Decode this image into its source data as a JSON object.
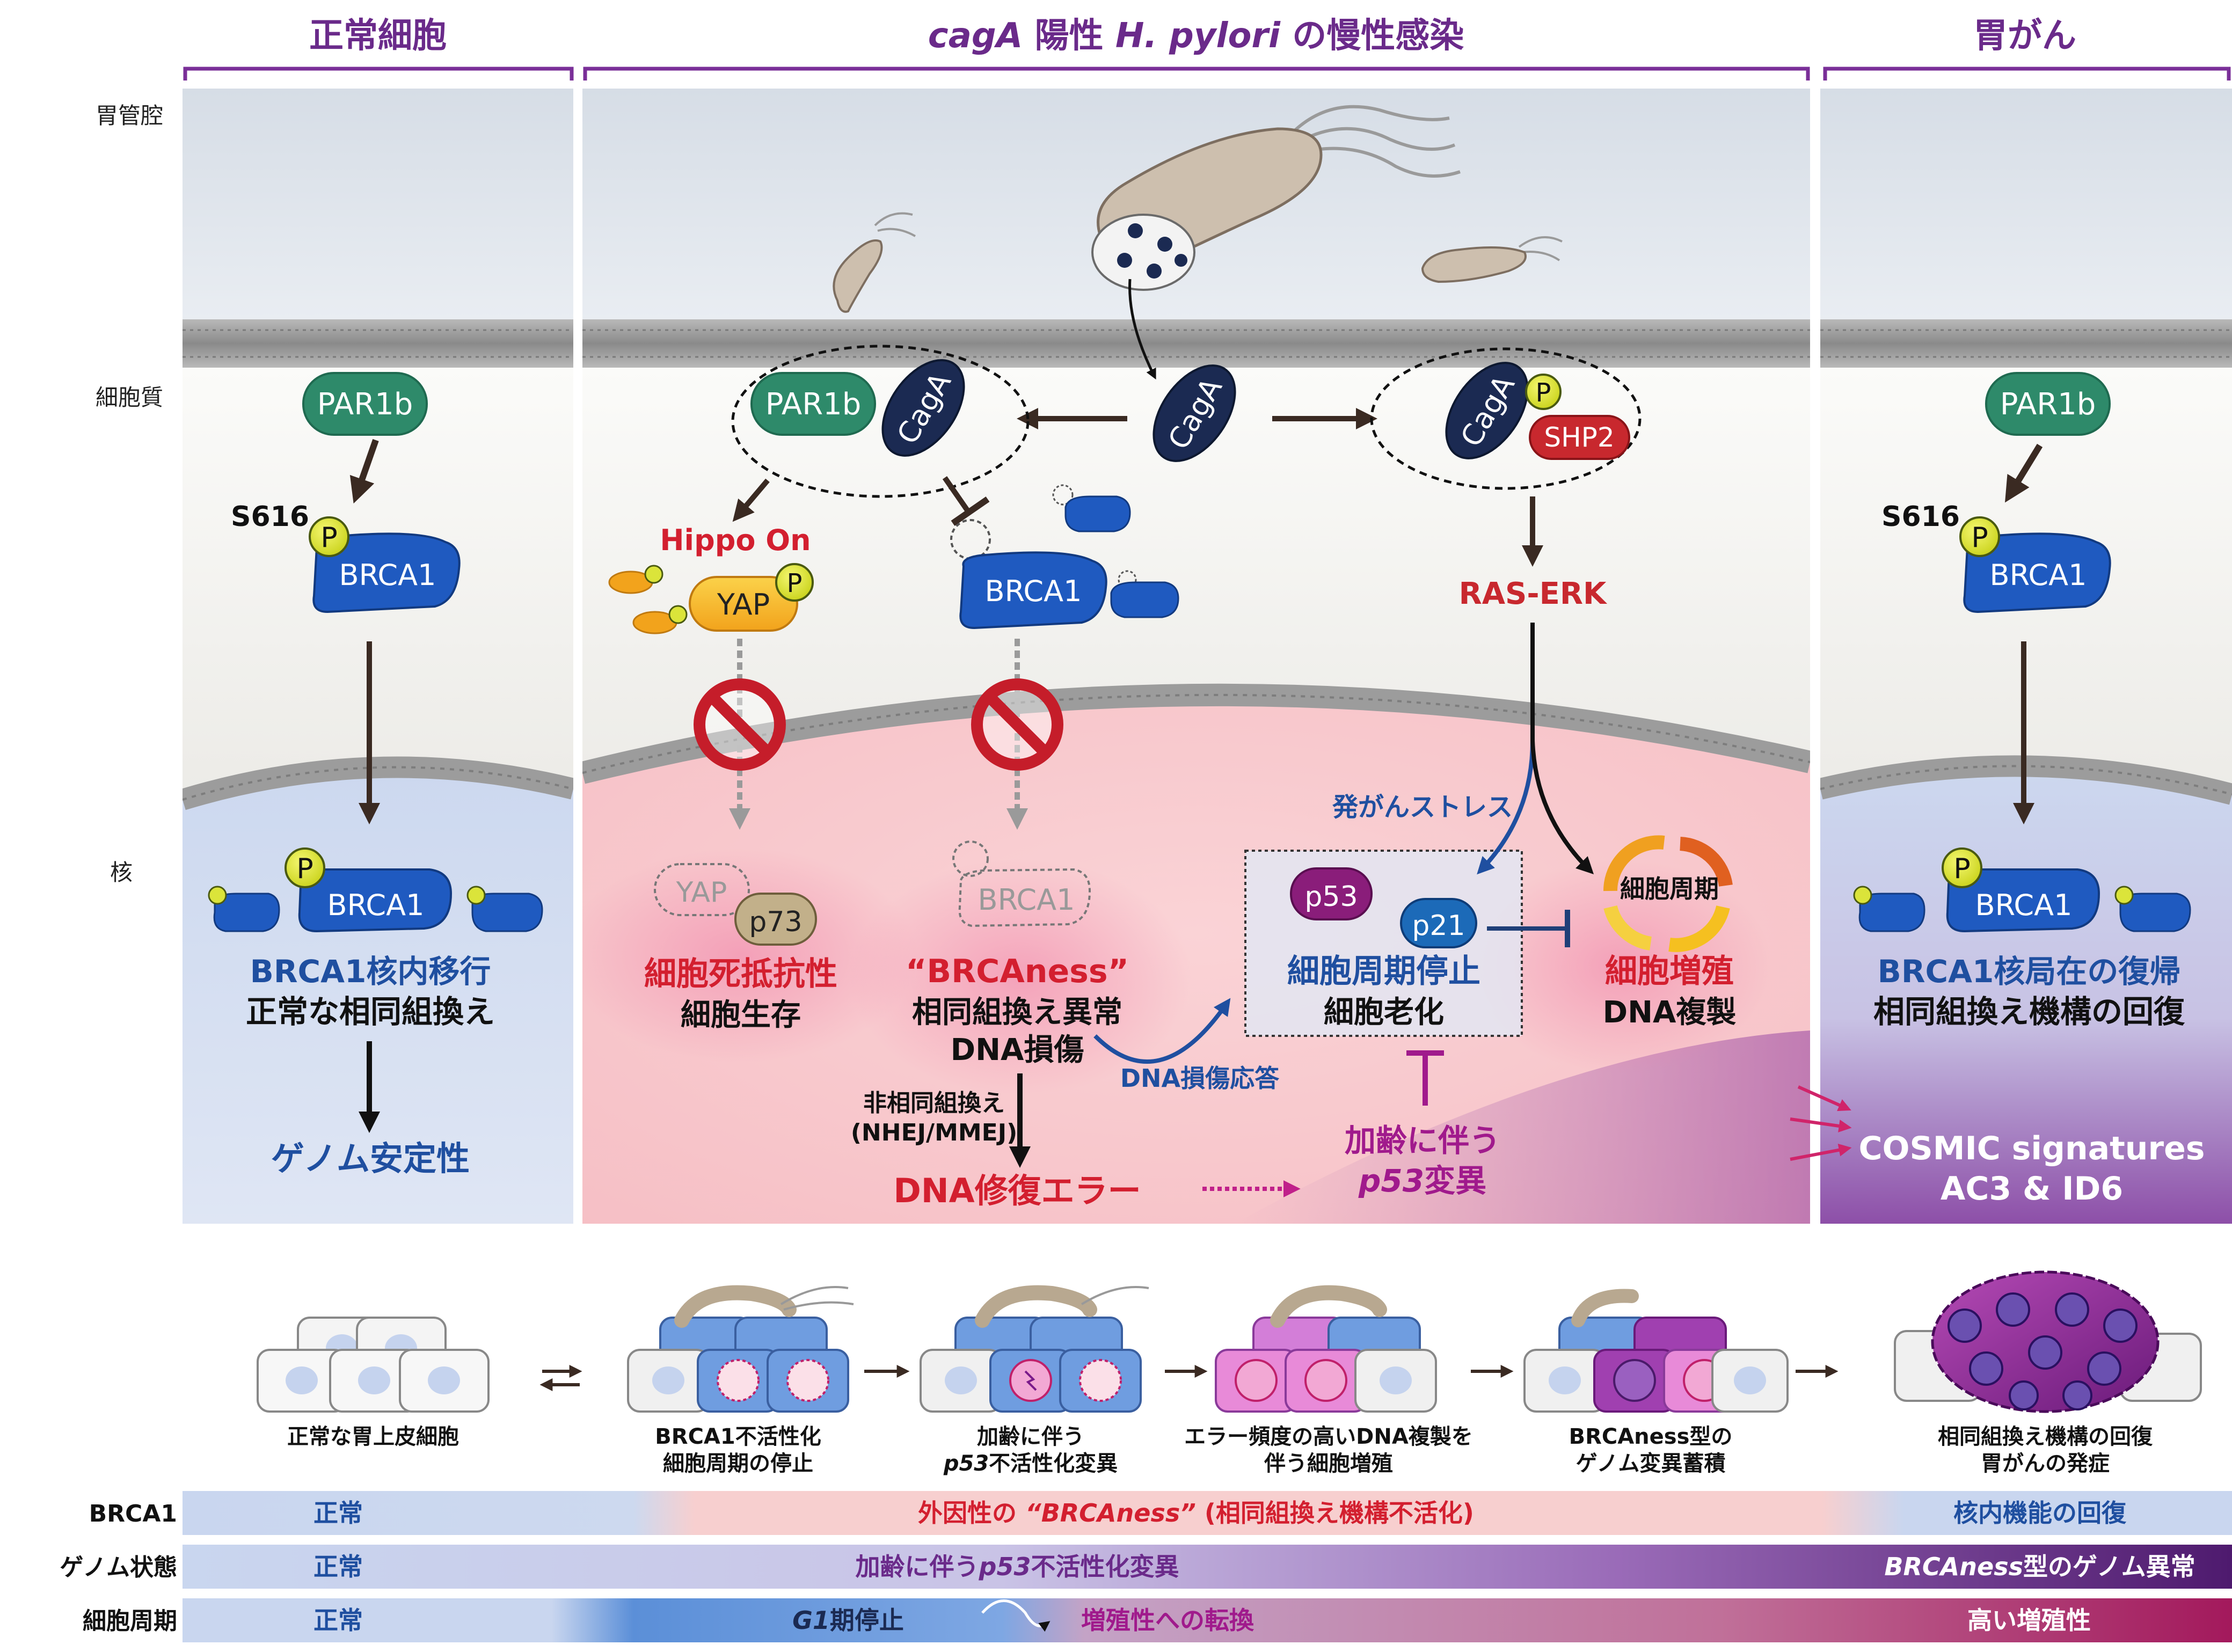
{
  "headers": {
    "normal": "正常細胞",
    "infection_italic": "cagA",
    "infection_mid": " 陽性 ",
    "infection_italic2": "H. pylori",
    "infection_rest": " の慢性感染",
    "cancer": "胃がん"
  },
  "rows": {
    "lumen": "胃管腔",
    "cytoplasm": "細胞質",
    "nucleus": "核"
  },
  "proteins": {
    "par1b": "PAR1b",
    "brca1": "BRCA1",
    "caga": "CagA",
    "shp2": "SHP2",
    "yap": "YAP",
    "p73": "p73",
    "p53": "p53",
    "p21": "p21",
    "p": "P",
    "s616": "S616"
  },
  "left": {
    "line1": "BRCA1核内移行",
    "line2": "正常な相同組換え",
    "genome": "ゲノム安定性"
  },
  "middle": {
    "hippo": "Hippo On",
    "rasErk": "RAS-ERK",
    "deathResist": "細胞死抵抗性",
    "survival": "細胞生存",
    "brcaness": "“BRCAness”",
    "hrAbnormal": "相同組換え異常",
    "dnaDamage": "DNA損傷",
    "nhej1": "非相同組換え",
    "nhej2": "(NHEJ/MMEJ)",
    "repairError": "DNA修復エラー",
    "ddr": "DNA損傷応答",
    "oncStress": "発がんストレス",
    "arrest": "細胞周期停止",
    "senescence": "細胞老化",
    "cellCycle": "細胞周期",
    "proliferation": "細胞増殖",
    "dnaRep": "DNA複製",
    "aging1": "加齢に伴う",
    "aging2": "p53",
    "aging3": "変異"
  },
  "right": {
    "line1": "BRCA1核局在の復帰",
    "line2": "相同組換え機構の回復",
    "cosmic1": "COSMIC signatures",
    "cosmic2": "AC3 & ID6"
  },
  "stages": [
    {
      "l1": "正常な胃上皮細胞",
      "l2": ""
    },
    {
      "l1": "BRCA1不活性化",
      "l2": "細胞周期の停止"
    },
    {
      "l1": "加齢に伴う",
      "l2i": "p53",
      "l2": "不活性化変異"
    },
    {
      "l1": "エラー頻度の高いDNA複製を",
      "l2": "伴う細胞増殖"
    },
    {
      "l1": "BRCAness型の",
      "l2": "ゲノム変異蓄積"
    },
    {
      "l1": "相同組換え機構の回復",
      "l2": "胃がんの発症"
    }
  ],
  "bars": {
    "brca1Label": "BRCA1",
    "brca1Normal": "正常",
    "brca1Mid1": "外因性の ",
    "brca1Mid2": "“BRCAness”",
    "brca1Mid3": " (相同組換え機構不活化)",
    "brca1Right": "核内機能の回復",
    "genomeLabel": "ゲノム状態",
    "genomeNormal": "正常",
    "genomeMid1": "加齢に伴う",
    "genomeMid2": "p53",
    "genomeMid3": "不活性化変異",
    "genomeRight1": "BRCAness",
    "genomeRight2": "型のゲノム異常",
    "cycleLabel": "細胞周期",
    "cycleNormal": "正常",
    "cycleG1a": "G1",
    "cycleG1b": "期停止",
    "cycleShift": "増殖性への転換",
    "cycleHigh": "高い増殖性"
  },
  "colors": {
    "purple": "#6a2a8a",
    "blue": "#1f4fa0",
    "red": "#d31f2f",
    "magenta": "#b0197f",
    "green": "#2e8a6a",
    "navy": "#1b2a52"
  }
}
